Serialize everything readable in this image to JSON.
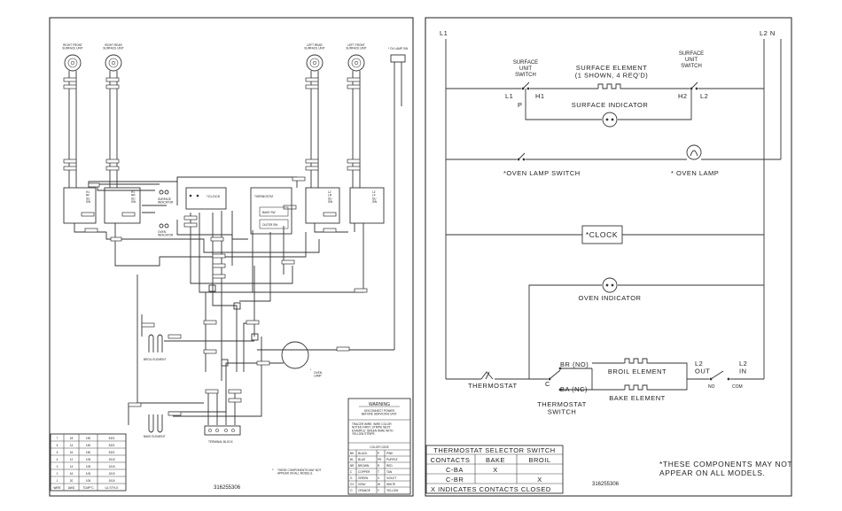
{
  "part_number": "316255306",
  "left": {
    "surface_units": [
      "RIGHT FRONT\nSURFACE UNIT",
      "RIGHT REAR\nSURFACE UNIT",
      "LEFT REAR\nSURFACE UNIT",
      "LEFT FRONT\nSURFACE UNIT"
    ],
    "ov_lamp_sw": "OV LAMP SW",
    "star": "*",
    "clock": "CLOCK",
    "thermostat": "THERMOSTAT",
    "bake_sw": "BAKE SW",
    "outer_sw": "OUTER SW",
    "surface_indicator": "SURFACE\nINDICATOR",
    "oven_indicator": "OVEN\nINDICATOR",
    "oven_lamp": "OVEN\nLAMP",
    "broil_element": "BROIL ELEMENT",
    "bake_element": "BAKE ELEMENT",
    "terminal_block": "TERMINAL BLOCK",
    "note": "THESE COMPONENTS MAY NOT\nAPPEAR ON ALL MODELS.",
    "switch_labels": [
      "H1\nRF\nSU\nSW",
      "H1\nRR\nSU\nSW",
      "L2\nLR\nSU\nSW",
      "L2\nLF\nSU\nSW"
    ],
    "warning": {
      "title": "WARNING",
      "body": "DISCONNECT POWER\nBEFORE SERVICING UNIT.",
      "tracer": "TRACER WIRE: WIRE COLOR\nNOTED FIRST, STRIPE NEXT.\nEXAMPLE: GREEN WIRE WITH\nYELLOW STRIPE.",
      "color_code_title": "COLOR CODE",
      "colors": [
        [
          "BK",
          "BLACK",
          "P",
          "PINK"
        ],
        [
          "BL",
          "BLUE",
          "PR",
          "PURPLE"
        ],
        [
          "BR",
          "BROWN",
          "R",
          "RED"
        ],
        [
          "C",
          "COPPER",
          "T",
          "TAN"
        ],
        [
          "G",
          "GREEN",
          "V",
          "VIOLET"
        ],
        [
          "GY",
          "GRAY",
          "W",
          "WHITE"
        ],
        [
          "O",
          "ORANGE",
          "Y",
          "YELLOW"
        ]
      ]
    },
    "wire_table": {
      "headers": [
        "WIRE",
        "AWG",
        "TCMP°C",
        "UL STYLE"
      ],
      "rows": [
        [
          "7",
          "18",
          "150",
          "3321"
        ],
        [
          "6",
          "14",
          "150",
          "3321"
        ],
        [
          "5",
          "16",
          "150",
          "3321"
        ],
        [
          "4",
          "12",
          "105",
          "1015"
        ],
        [
          "3",
          "14",
          "105",
          "1015"
        ],
        [
          "2",
          "16",
          "105",
          "1015"
        ],
        [
          "1",
          "20",
          "105",
          "1015"
        ]
      ]
    }
  },
  "right": {
    "l1": "L1",
    "l2n": "L2   N",
    "surface_unit_switch": "SURFACE\nUNIT\nSWITCH",
    "surface_element": "SURFACE ELEMENT\n(1 SHOWN, 4 REQ'D)",
    "t_l1": "L1",
    "t_h1": "H1",
    "t_p": "P",
    "t_h2": "H2",
    "t_l2": "L2",
    "surface_indicator": "SURFACE INDICATOR",
    "oven_lamp_switch": "*OVEN LAMP SWITCH",
    "oven_lamp": "* OVEN LAMP",
    "clock": "*CLOCK",
    "oven_indicator": "OVEN INDICATOR",
    "thermostat": "THERMOSTAT",
    "c": "C",
    "br_no": "BR (NO)",
    "ba_nc": "BA (NC)",
    "broil_element": "BROIL ELEMENT",
    "bake_element": "BAKE ELEMENT",
    "thermostat_switch": "THERMOSTAT\nSWITCH",
    "l2_out": "L2\nOUT",
    "l2_in": "L2\nIN",
    "no": "NO",
    "com": "COM",
    "selector": {
      "title": "THERMOSTAT SELECTOR SWITCH",
      "headers": [
        "CONTACTS",
        "BAKE",
        "BROIL"
      ],
      "rows": [
        [
          "C-BA",
          "X",
          ""
        ],
        [
          "C-BR",
          "",
          "X"
        ]
      ],
      "footer": "X INDICATES CONTACTS CLOSED"
    },
    "note": "*THESE COMPONENTS MAY NOT\nAPPEAR ON ALL MODELS."
  }
}
